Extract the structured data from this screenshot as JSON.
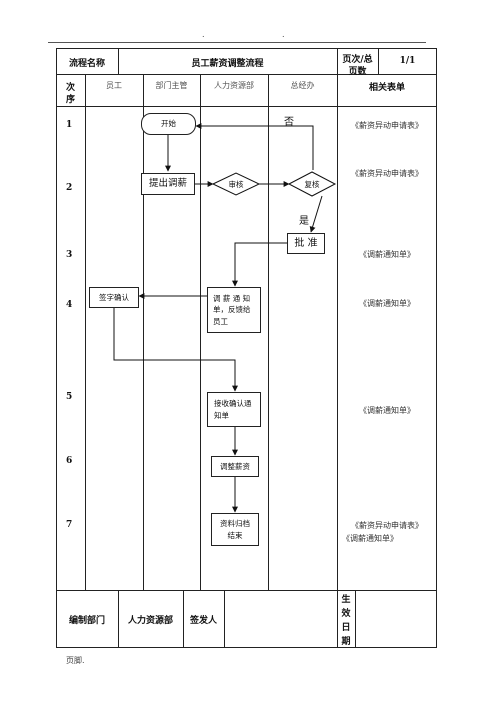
{
  "top_marks": [
    ".",
    "."
  ],
  "header": {
    "process_name_label": "流程名称",
    "process_name": "员工薪资调整流程",
    "page_label_1": "页次/总",
    "page_label_2": "页数",
    "page_value": "1/1"
  },
  "columns": {
    "step_label_1": "次",
    "step_label_2": "序",
    "lanes": [
      "员工",
      "部门主管",
      "人力资源部",
      "总经办"
    ],
    "forms_header": "相关表单"
  },
  "steps": [
    "1",
    "2",
    "3",
    "4",
    "5",
    "6",
    "7"
  ],
  "flow": {
    "start": "开始",
    "propose": "提出调薪",
    "review": "审核",
    "recheck": "复核",
    "no_label": "否",
    "yes_label": "是",
    "approve": "批 准",
    "notify_1": "调 薪 通 知",
    "notify_2": "单，反馈给",
    "notify_3": "员工",
    "sign": "签字确认",
    "receive_1": "接收确认通",
    "receive_2": "知单",
    "adjust": "调整薪资",
    "archive_1": "资料归档",
    "archive_2": "结束"
  },
  "forms": {
    "f1": "《薪资异动申请表》",
    "f2": "《薪资异动申请表》",
    "f3": "《调薪通知单》",
    "f4": "《调薪通知单》",
    "f5": "《调薪通知单》",
    "f7a": "《薪资异动申请表》",
    "f7b": "《调薪通知单》"
  },
  "footer": {
    "dept_label": "编制部门",
    "dept_value": "人力资源部",
    "approver_label": "签发人",
    "effective_1": "生",
    "effective_2": "效",
    "effective_3": "日",
    "effective_4": "期"
  },
  "page_footer": "页脚."
}
